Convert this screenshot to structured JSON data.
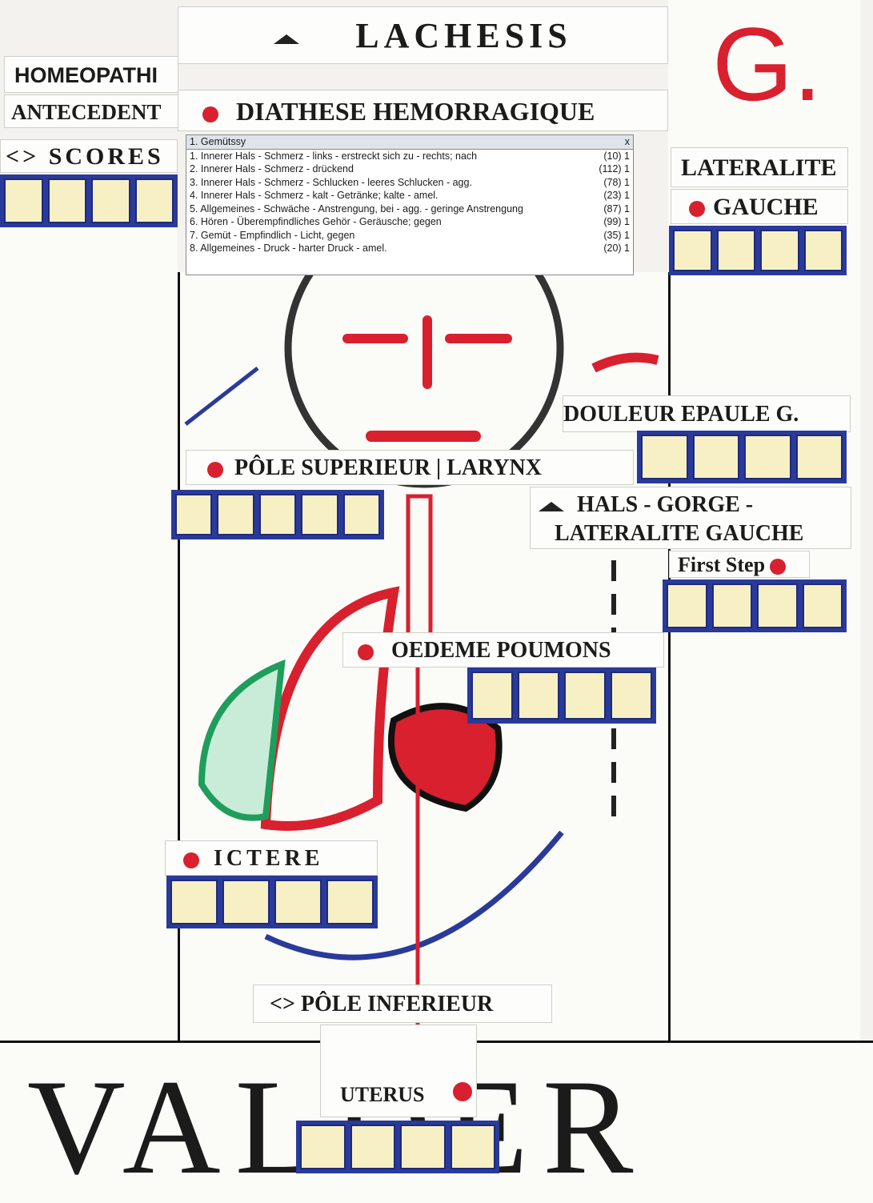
{
  "title": "LACHESIS",
  "subtitle": "DIATHESE HEMORRAGIQUE",
  "left": {
    "homeopathi": "HOMEOPATHI",
    "antecedent": "ANTECEDENT",
    "scores": "<> SCORES"
  },
  "right": {
    "letter": "G.",
    "lateralite": "LATERALITE",
    "gauche": "GAUCHE"
  },
  "repertory": {
    "header": "1. Gemütssy",
    "close": "x",
    "rows": [
      {
        "text": "1. Innerer Hals - Schmerz - links - erstreckt sich zu - rechts; nach",
        "count": "(10) 1"
      },
      {
        "text": "2. Innerer Hals - Schmerz - drückend",
        "count": "(112) 1"
      },
      {
        "text": "3. Innerer Hals - Schmerz - Schlucken - leeres Schlucken - agg.",
        "count": "(78) 1"
      },
      {
        "text": "4. Innerer Hals - Schmerz - kalt - Getränke; kalte - amel.",
        "count": "(23) 1"
      },
      {
        "text": "5. Allgemeines - Schwäche - Anstrengung, bei - agg. - geringe Anstrengung",
        "count": "(87) 1"
      },
      {
        "text": "6. Hören - Überempfindliches Gehör - Geräusche; gegen",
        "count": "(99) 1"
      },
      {
        "text": "7. Gemüt - Empfindlich - Licht, gegen",
        "count": "(35) 1"
      },
      {
        "text": "8. Allgemeines - Druck - harter Druck - amel.",
        "count": "(20) 1"
      }
    ]
  },
  "labels": {
    "douleur": "DOULEUR EPAULE G.",
    "pole_sup": "PÔLE SUPERIEUR | LARYNX",
    "hals": "HALS - GORGE -",
    "lateralite_gauche": "LATERALITE GAUCHE",
    "first_step": "First Step",
    "oedeme": "OEDEME POUMONS",
    "ictere": "ICTERE",
    "pole_inf": "<> PÔLE INFERIEUR",
    "uterus": "UTERUS",
    "footer": "VALDER"
  },
  "colors": {
    "accent_red": "#d8202e",
    "box_blue": "#2a3a9a",
    "box_fill": "#f7f0c4"
  }
}
